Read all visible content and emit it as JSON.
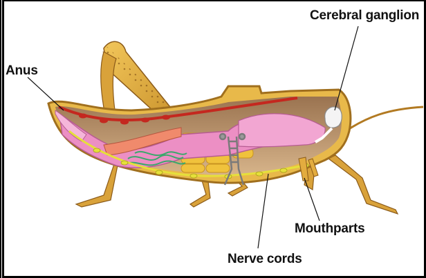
{
  "diagram": {
    "labels": {
      "anus": "Anus",
      "cerebral_ganglion": "Cerebral ganglion",
      "mouthparts": "Mouthparts",
      "nerve_cords": "Nerve cords"
    },
    "colors": {
      "body_outline": "#c9952e",
      "body_fill": "#e8b94a",
      "cavity": "#b8906a",
      "gut_pink": "#ec8fc4",
      "fat_yellow": "#f0c23c",
      "nerve_yellow": "#e6e03a",
      "dorsal_vessel": "#c4281f",
      "tubules_green": "#3aa86b"
    }
  }
}
